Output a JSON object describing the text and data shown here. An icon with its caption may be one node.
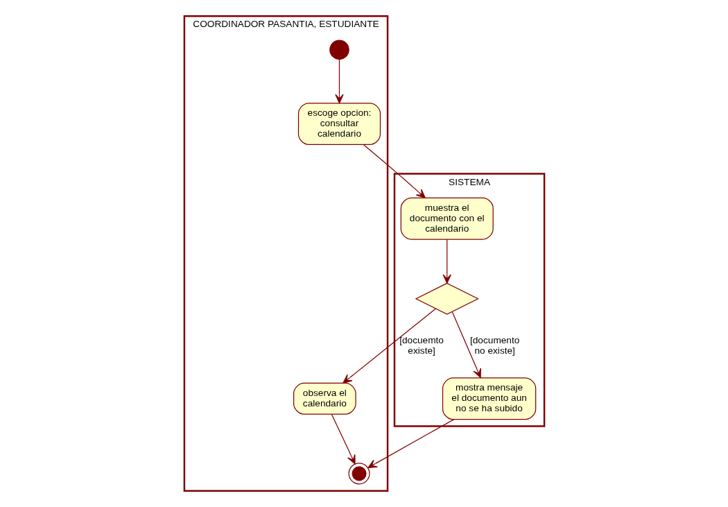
{
  "diagram": {
    "nodes": [
      {
        "text": [
          "COORDINADOR PASANTIA, ESTUDIANTE"
        ]
      },
      {
        "text": [
          "SISTEMA"
        ]
      },
      {
        "text": [],
        "shape": "dot",
        "in": 0
      },
      {
        "text": [
          "escoge opcion: consultar calendario"
        ],
        "in": 0
      },
      {
        "text": [
          "muestra el documento con el calendario"
        ],
        "in": 1
      },
      {
        "text": [],
        "shape": "diamond",
        "in": 1
      },
      {
        "text": [
          "observa el calendario"
        ],
        "in": 0
      },
      {
        "text": [
          "mostra mensaje el documento aun no se ha subido"
        ],
        "in": 1
      },
      {
        "text": [],
        "shape": "bullseye",
        "in": 0
      }
    ],
    "edges": [
      {
        "from": 2,
        "to": 3,
        "arrow": "to"
      },
      {
        "from": 3,
        "to": 4,
        "arrow": "to"
      },
      {
        "from": 4,
        "to": 5,
        "arrow": "to"
      },
      {
        "from": 5,
        "to": 6,
        "arrow": "to",
        "label": "[docuemto existe]"
      },
      {
        "from": 5,
        "to": 7,
        "arrow": "to",
        "label": "[documento no existe]"
      },
      {
        "from": 6,
        "to": 8,
        "arrow": "to"
      },
      {
        "from": 7,
        "to": 8,
        "arrow": "to"
      }
    ]
  }
}
